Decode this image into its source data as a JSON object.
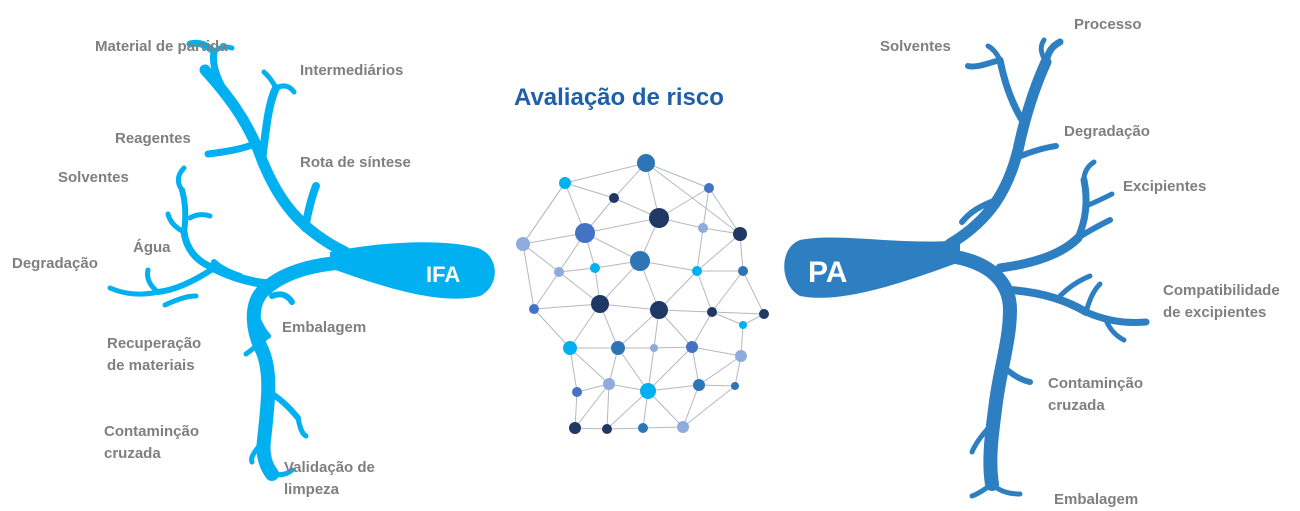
{
  "title": "Avaliação de risco",
  "colors": {
    "ifa_branch": "#00b0f0",
    "pa_branch": "#2e7fc1",
    "label": "#7f7f7f",
    "title": "#1f5fa8",
    "edge": "#b4b8c0",
    "node_palette": [
      "#1f3864",
      "#2e75b6",
      "#00b0f0",
      "#4472c4",
      "#8faadc"
    ]
  },
  "ifa": {
    "trunk_label": "IFA",
    "labels": [
      {
        "id": "material-de-partida",
        "text": "Material de partida"
      },
      {
        "id": "intermediarios",
        "text": "Intermediários"
      },
      {
        "id": "reagentes",
        "text": "Reagentes"
      },
      {
        "id": "rota-de-sintese",
        "text": "Rota de síntese"
      },
      {
        "id": "solventes",
        "text": "Solventes"
      },
      {
        "id": "agua",
        "text": "Água"
      },
      {
        "id": "degradacao",
        "text": "Degradação"
      },
      {
        "id": "embalagem",
        "text": "Embalagem"
      },
      {
        "id": "recuperacao-de-materiais",
        "line1": "Recuperação",
        "line2": "de materiais"
      },
      {
        "id": "contamincao-cruzada",
        "line1": "Contaminção",
        "line2": "cruzada"
      },
      {
        "id": "validacao-de-limpeza",
        "line1": "Validação de",
        "line2": "limpeza"
      }
    ]
  },
  "pa": {
    "trunk_label": "PA",
    "labels": [
      {
        "id": "solventes",
        "text": "Solventes"
      },
      {
        "id": "processo",
        "text": "Processo"
      },
      {
        "id": "degradacao",
        "text": "Degradação"
      },
      {
        "id": "excipientes",
        "text": "Excipientes"
      },
      {
        "id": "compatibilidade-de-excipientes",
        "line1": "Compatibilidade",
        "line2": "de excipientes"
      },
      {
        "id": "contamincao-cruzada",
        "line1": "Contaminção",
        "line2": "cruzada"
      },
      {
        "id": "embalagem",
        "text": "Embalagem"
      }
    ]
  }
}
